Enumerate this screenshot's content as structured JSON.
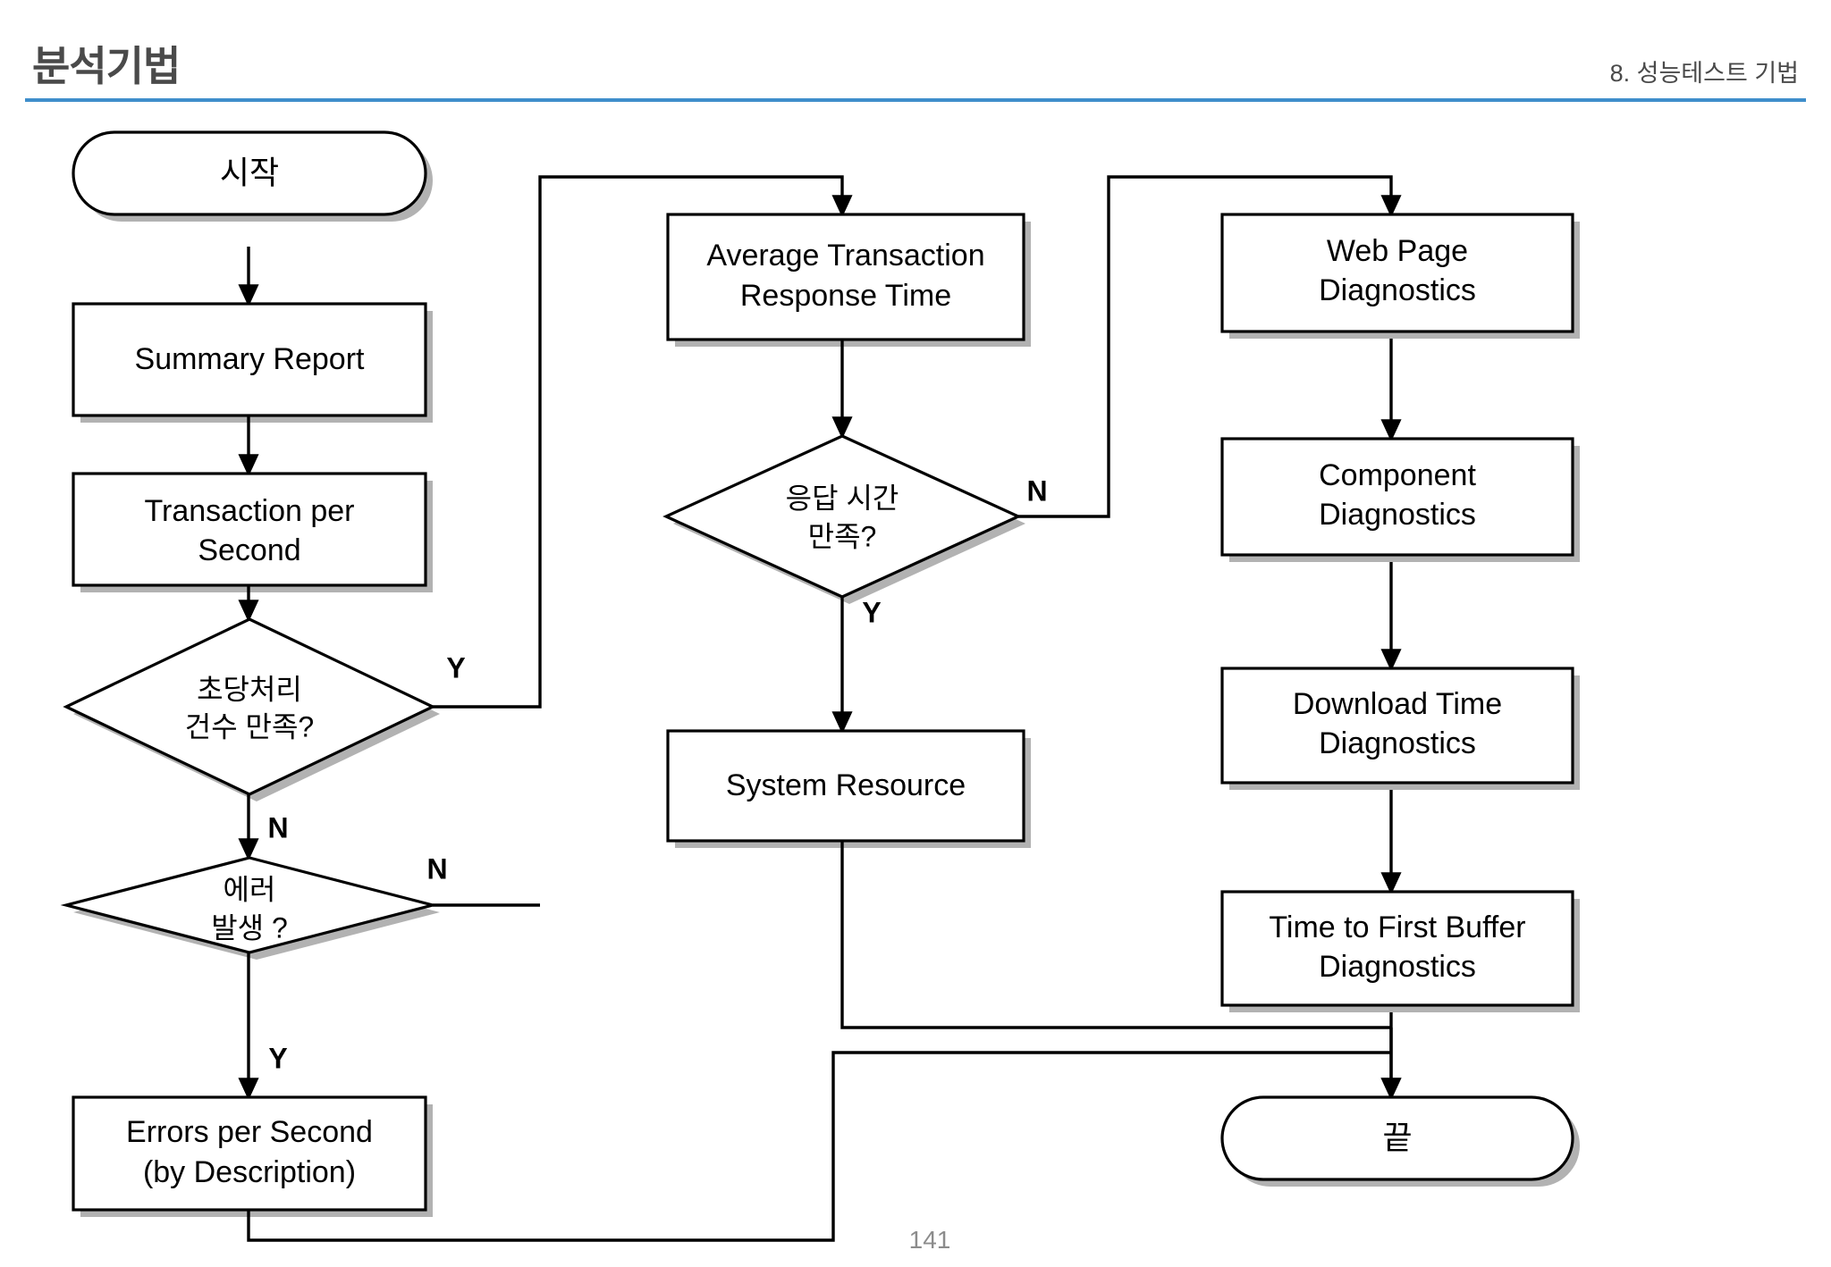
{
  "header": {
    "title": "분석기법",
    "subtitle": "8. 성능테스트 기법",
    "divider_color": "#3f8ecb"
  },
  "footer": {
    "page_number": "141"
  },
  "chart_data": {
    "type": "diagram",
    "diagram_type": "flowchart",
    "title": "분석기법",
    "nodes": [
      {
        "id": "start",
        "label": "시작",
        "shape": "terminal",
        "column": "left"
      },
      {
        "id": "summary",
        "label": "Summary Report",
        "shape": "process",
        "column": "left"
      },
      {
        "id": "tps",
        "label": "Transaction per Second",
        "shape": "process",
        "column": "left"
      },
      {
        "id": "d_tps",
        "label": "초당처리 건수 만족?",
        "shape": "decision",
        "column": "left"
      },
      {
        "id": "d_err",
        "label": "에러 발생 ?",
        "shape": "decision",
        "column": "left"
      },
      {
        "id": "errors",
        "label": "Errors per Second (by Description)",
        "shape": "process",
        "column": "left"
      },
      {
        "id": "atrt",
        "label": "Average Transaction Response Time",
        "shape": "process",
        "column": "middle"
      },
      {
        "id": "d_resp",
        "label": "응답 시간 만족?",
        "shape": "decision",
        "column": "middle"
      },
      {
        "id": "sysres",
        "label": "System Resource",
        "shape": "process",
        "column": "middle"
      },
      {
        "id": "webpage",
        "label": "Web Page Diagnostics",
        "shape": "process",
        "column": "right"
      },
      {
        "id": "comp",
        "label": "Component Diagnostics",
        "shape": "process",
        "column": "right"
      },
      {
        "id": "dltime",
        "label": "Download Time Diagnostics",
        "shape": "process",
        "column": "right"
      },
      {
        "id": "tfb",
        "label": "Time to First Buffer Diagnostics",
        "shape": "process",
        "column": "right"
      },
      {
        "id": "end",
        "label": "끝",
        "shape": "terminal",
        "column": "right"
      }
    ],
    "edges": [
      {
        "from": "start",
        "to": "summary",
        "label": ""
      },
      {
        "from": "summary",
        "to": "tps",
        "label": ""
      },
      {
        "from": "tps",
        "to": "d_tps",
        "label": ""
      },
      {
        "from": "d_tps",
        "to": "atrt",
        "label": "Y"
      },
      {
        "from": "d_tps",
        "to": "d_err",
        "label": "N"
      },
      {
        "from": "d_err",
        "to": "atrt",
        "label": "N"
      },
      {
        "from": "d_err",
        "to": "errors",
        "label": "Y"
      },
      {
        "from": "errors",
        "to": "end",
        "label": ""
      },
      {
        "from": "atrt",
        "to": "d_resp",
        "label": ""
      },
      {
        "from": "d_resp",
        "to": "webpage",
        "label": "N"
      },
      {
        "from": "d_resp",
        "to": "sysres",
        "label": "Y"
      },
      {
        "from": "sysres",
        "to": "end",
        "label": ""
      },
      {
        "from": "webpage",
        "to": "comp",
        "label": ""
      },
      {
        "from": "comp",
        "to": "dltime",
        "label": ""
      },
      {
        "from": "dltime",
        "to": "tfb",
        "label": ""
      },
      {
        "from": "tfb",
        "to": "end",
        "label": ""
      }
    ]
  },
  "nodes": {
    "start": {
      "line1": "시작"
    },
    "summary": {
      "line1": "Summary Report"
    },
    "tps": {
      "line1": "Transaction per",
      "line2": "Second"
    },
    "d_tps": {
      "line1": "초당처리",
      "line2": "건수 만족?"
    },
    "d_err": {
      "line1": "에러",
      "line2": "발생 ?"
    },
    "errors": {
      "line1": "Errors per Second",
      "line2": "(by Description)"
    },
    "atrt": {
      "line1": "Average Transaction",
      "line2": "Response Time"
    },
    "d_resp": {
      "line1": "응답 시간",
      "line2": "만족?"
    },
    "sysres": {
      "line1": "System Resource"
    },
    "webpage": {
      "line1": "Web Page",
      "line2": "Diagnostics"
    },
    "comp": {
      "line1": "Component",
      "line2": "Diagnostics"
    },
    "dltime": {
      "line1": "Download Time",
      "line2": "Diagnostics"
    },
    "tfb": {
      "line1": "Time to First Buffer",
      "line2": "Diagnostics"
    },
    "end": {
      "line1": "끝"
    }
  },
  "branch_labels": {
    "tps_yes": "Y",
    "tps_no": "N",
    "err_no": "N",
    "err_yes": "Y",
    "resp_no": "N",
    "resp_yes": "Y"
  }
}
